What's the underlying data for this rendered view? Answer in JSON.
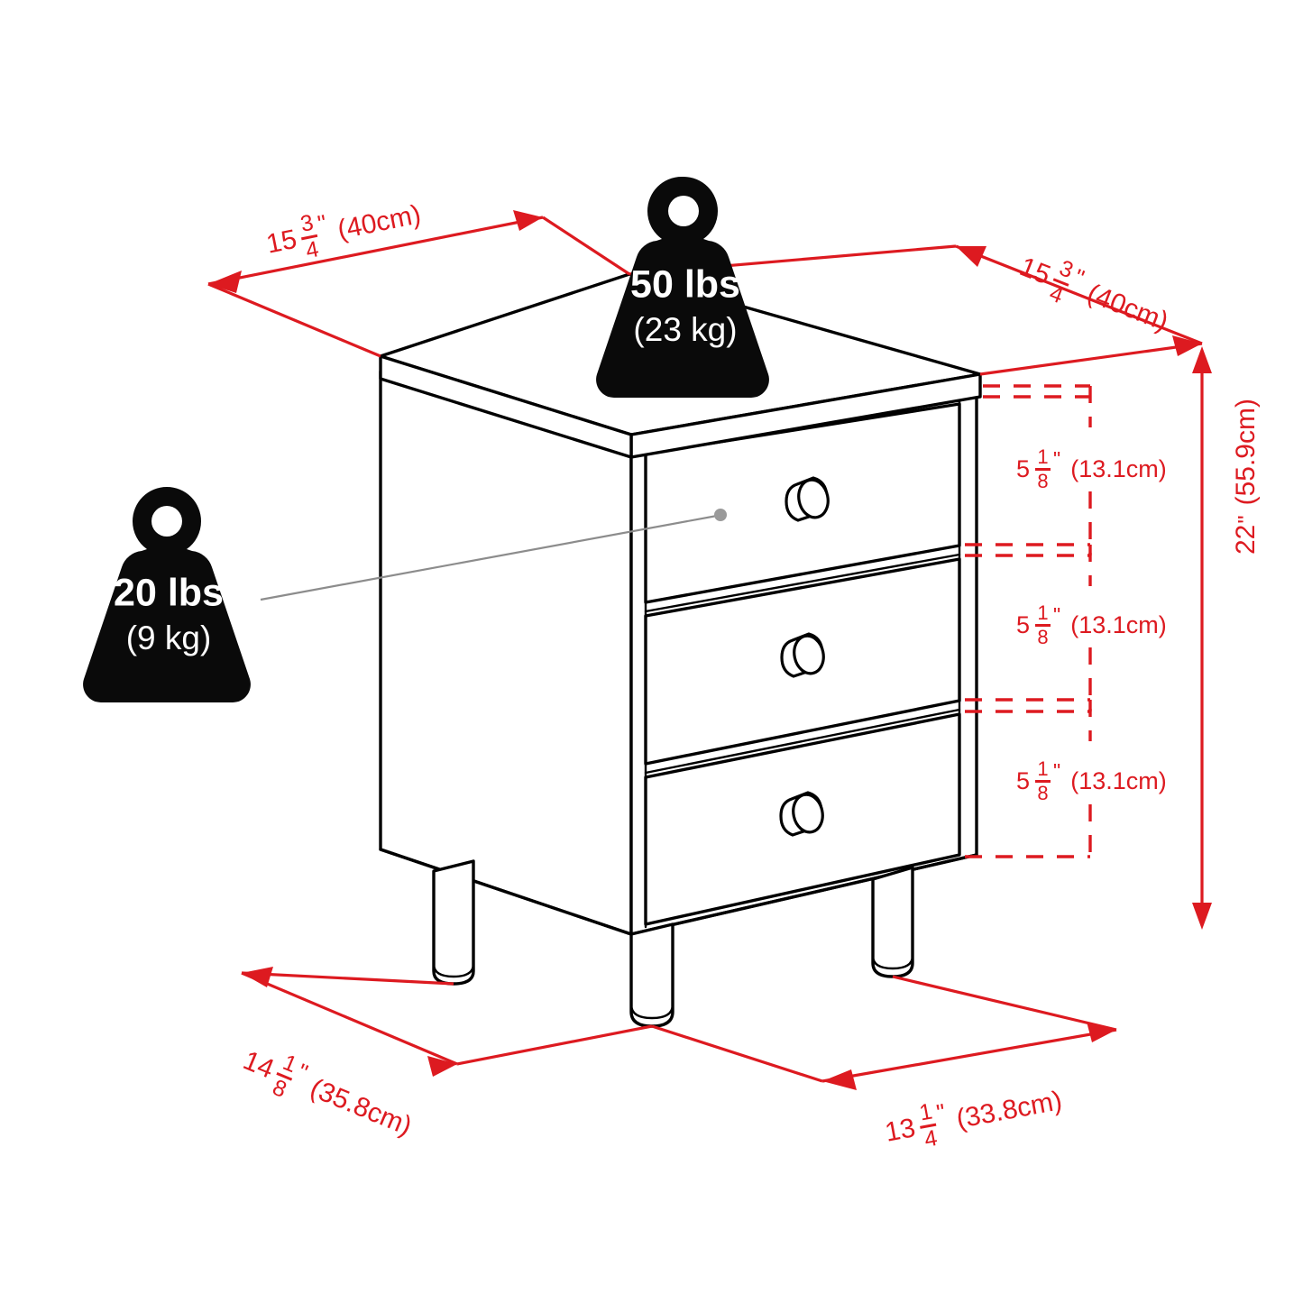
{
  "page": {
    "title": "Nightstand dimension diagram",
    "accent_color": "#dd1a20",
    "line_color": "#000000",
    "leader_color": "#8c8c8c",
    "weight_badge_color": "#0a0a0a"
  },
  "product": {
    "type": "3-drawer nightstand",
    "drawer_count": 3,
    "leg_count": 4
  },
  "weights": [
    {
      "id": "top-weight",
      "name": "top-surface-weight-capacity",
      "lbs": "50 lbs",
      "kg": "(23 kg)"
    },
    {
      "id": "drawer-weight",
      "name": "drawer-weight-capacity",
      "lbs": "20 lbs",
      "kg": "(9 kg)"
    }
  ],
  "dimensions": {
    "top_left": {
      "name": "top-depth-left",
      "whole": "15",
      "numerator": "3",
      "denominator": "4",
      "inch_mark": "\"",
      "metric": "(40cm)"
    },
    "top_right": {
      "name": "top-width-right",
      "whole": "15",
      "numerator": "3",
      "denominator": "4",
      "inch_mark": "\"",
      "metric": "(40cm)"
    },
    "drawer_1": {
      "name": "drawer-height-top",
      "whole": "5",
      "numerator": "1",
      "denominator": "8",
      "inch_mark": "\"",
      "metric": "(13.1cm)"
    },
    "drawer_2": {
      "name": "drawer-height-middle",
      "whole": "5",
      "numerator": "1",
      "denominator": "8",
      "inch_mark": "\"",
      "metric": "(13.1cm)"
    },
    "drawer_3": {
      "name": "drawer-height-bottom",
      "whole": "5",
      "numerator": "1",
      "denominator": "8",
      "inch_mark": "\"",
      "metric": "(13.1cm)"
    },
    "overall_height": {
      "name": "overall-height",
      "whole": "22",
      "numerator": "",
      "denominator": "",
      "inch_mark": "\"",
      "metric": "(55.9cm)"
    },
    "base_left": {
      "name": "base-depth-left",
      "whole": "14",
      "numerator": "1",
      "denominator": "8",
      "inch_mark": "\"",
      "metric": "(35.8cm)"
    },
    "base_right": {
      "name": "base-width-right",
      "whole": "13",
      "numerator": "1",
      "denominator": "4",
      "inch_mark": "\"",
      "metric": "(33.8cm)"
    }
  }
}
